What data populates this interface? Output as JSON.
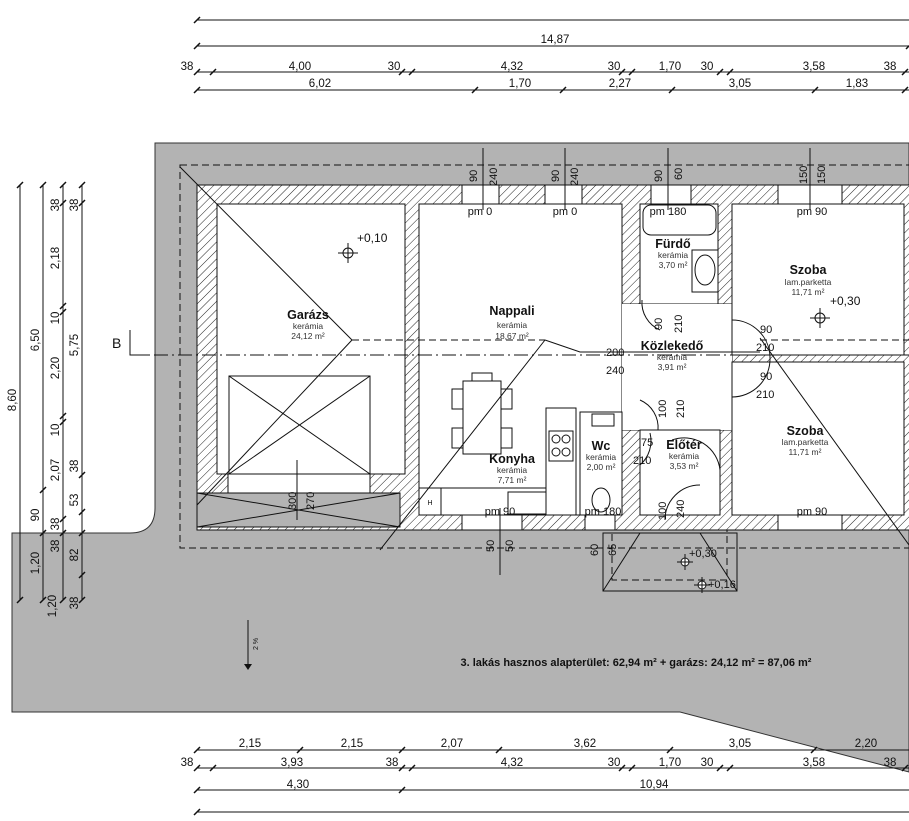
{
  "colors": {
    "terrain": "#b3b3b3",
    "wall_hatch": "#222222",
    "room": "#ffffff",
    "line": "#111111"
  },
  "rooms": [
    {
      "name": "Garázs",
      "floor": "kerámia",
      "area": "24,12 m²"
    },
    {
      "name": "Nappali",
      "floor": "kerámia",
      "area": "18,67 m²"
    },
    {
      "name": "Fürdő",
      "floor": "kerámia",
      "area": "3,70 m²"
    },
    {
      "name": "Szoba",
      "floor": "lam.parketta",
      "area": "11,71 m²"
    },
    {
      "name": "Közlekedő",
      "floor": "kerámia",
      "area": "3,91 m²"
    },
    {
      "name": "Szoba",
      "floor": "lam.parketta",
      "area": "11,71 m²"
    },
    {
      "name": "Konyha",
      "floor": "kerámia",
      "area": "7,71 m²"
    },
    {
      "name": "Wc",
      "floor": "kerámia",
      "area": "2,00 m²"
    },
    {
      "name": "Előtér",
      "floor": "kerámia",
      "area": "3,53 m²"
    }
  ],
  "levels": [
    "+0,10",
    "+0,30",
    "+0,30",
    "+0,16"
  ],
  "parapets": [
    "pm 0",
    "pm 0",
    "pm 180",
    "pm 90",
    "pm 90",
    "pm 180",
    "pm 90"
  ],
  "window_dims": [
    "90",
    "240",
    "90",
    "240",
    "90",
    "60",
    "150",
    "150",
    "50",
    "50",
    "60",
    "65",
    "300",
    "270"
  ],
  "door_dims": [
    "90",
    "210",
    "200",
    "240",
    "90",
    "210",
    "90",
    "210",
    "100",
    "210",
    "75",
    "210",
    "100",
    "240"
  ],
  "dims": {
    "top_total": "14,87",
    "top_row1": [
      "38",
      "4,00",
      "30",
      "4,32",
      "30",
      "1,70",
      "30",
      "3,58",
      "38"
    ],
    "top_row2": [
      "6,02",
      "1,70",
      "2,27",
      "3,05",
      "1,83"
    ],
    "bottom_row1": [
      "2,15",
      "2,15",
      "2,07",
      "3,62",
      "3,05",
      "2,20"
    ],
    "bottom_row2": [
      "38",
      "3,93",
      "38",
      "4,32",
      "30",
      "1,70",
      "30",
      "3,58",
      "38"
    ],
    "bottom_row3": [
      "4,30",
      "10,94"
    ],
    "left_col1": [
      "8,60"
    ],
    "left_col2": [
      "6,50",
      "90",
      "1,20",
      "1,20"
    ],
    "left_col3": [
      "38",
      "2,18",
      "10",
      "2,20",
      "10",
      "2,07",
      "38",
      "38"
    ],
    "left_col4": [
      "38",
      "5,75",
      "38",
      "53",
      "82",
      "38"
    ]
  },
  "section_mark": "B",
  "slope": "2 %",
  "appliance_label": "H",
  "summary": "3. lakás hasznos alapterület: 62,94 m² + garázs: 24,12 m² =  87,06 m²"
}
